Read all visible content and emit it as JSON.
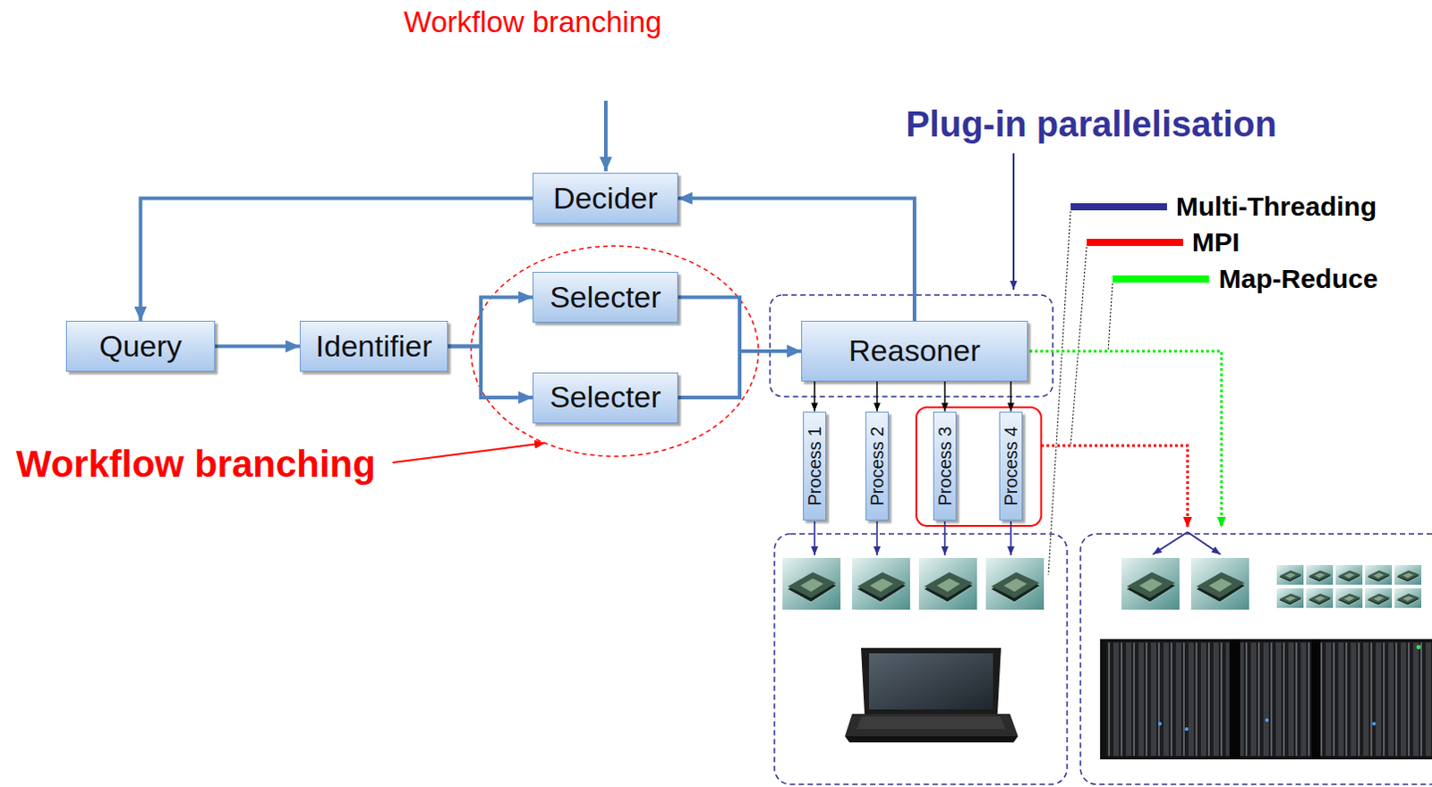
{
  "diagram": {
    "nodes": [
      {
        "text": [
          "Decider"
        ]
      },
      {
        "text": [
          "Query"
        ]
      },
      {
        "text": [
          "Identifier"
        ]
      },
      {
        "text": [
          "Selecter"
        ]
      },
      {
        "text": [
          "Selecter"
        ]
      },
      {
        "text": [
          "Reasoner"
        ]
      },
      {
        "text": [
          "Process 1"
        ]
      },
      {
        "text": [
          "Process 2"
        ]
      },
      {
        "text": [
          "Process 3"
        ]
      },
      {
        "text": [
          "Process 4"
        ]
      }
    ],
    "edges": [
      {
        "from": 1,
        "to": 2,
        "arrow": "to"
      },
      {
        "from": 2,
        "to": 3,
        "arrow": "to"
      },
      {
        "from": 2,
        "to": 4,
        "arrow": "to"
      },
      {
        "from": 3,
        "to": 5,
        "arrow": "to"
      },
      {
        "from": 4,
        "to": 5,
        "arrow": "to"
      },
      {
        "from": 5,
        "to": 0,
        "arrow": "to"
      },
      {
        "from": 0,
        "to": 1,
        "arrow": "to"
      },
      {
        "from": 5,
        "to": 6,
        "arrow": "to"
      },
      {
        "from": 5,
        "to": 7,
        "arrow": "to"
      },
      {
        "from": 5,
        "to": 8,
        "arrow": "to"
      },
      {
        "from": 5,
        "to": 9,
        "arrow": "to"
      }
    ],
    "labels": [
      "Workflow branching",
      "Plug-in parallelisation",
      "Workflow branching"
    ],
    "legend": [
      {
        "text": "Multi-Threading",
        "color": "#2E3192"
      },
      {
        "text": "MPI",
        "color": "#FF0000"
      },
      {
        "text": "Map-Reduce",
        "color": "#00FF00"
      }
    ]
  }
}
